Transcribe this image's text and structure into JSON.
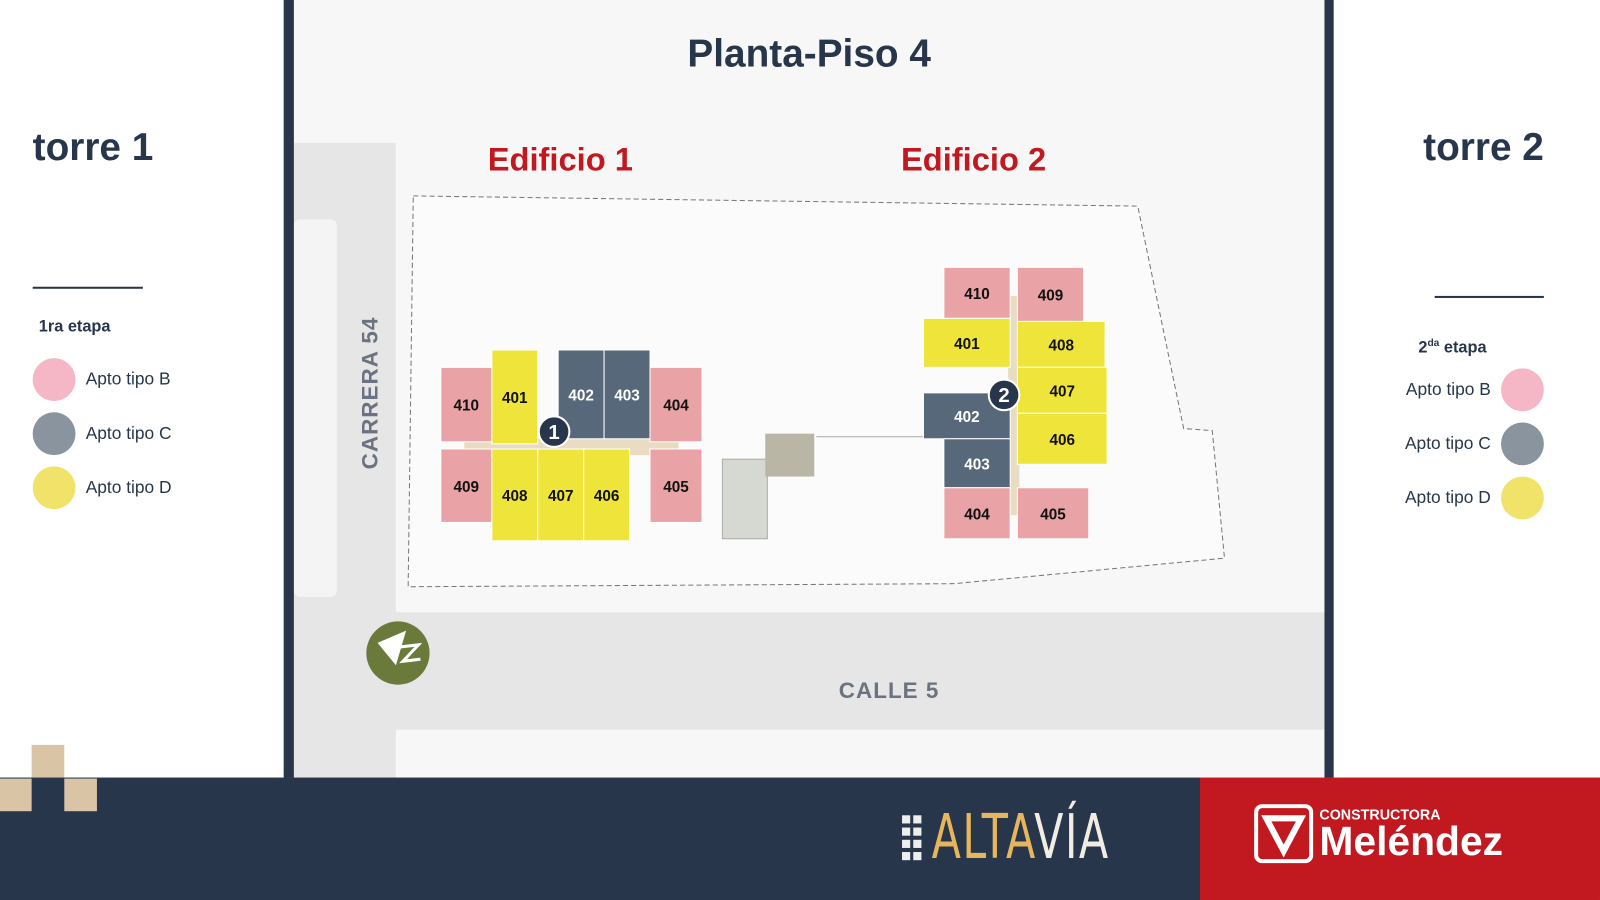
{
  "title": "Planta-Piso 4",
  "left": {
    "torre": "torre 1",
    "etapa": "1ra etapa",
    "etapa_num": "1",
    "etapa_sup": "ra",
    "legend": [
      {
        "label": "Apto tipo B",
        "color": "#f5b6c6"
      },
      {
        "label": "Apto tipo C",
        "color": "#8a949e"
      },
      {
        "label": "Apto tipo D",
        "color": "#f1e26a"
      }
    ]
  },
  "right": {
    "torre": "torre 2",
    "etapa_num": "2",
    "etapa_sup": "da",
    "etapa_word": "etapa",
    "legend": [
      {
        "label": "Apto tipo B",
        "color": "#f5b6c6"
      },
      {
        "label": "Apto tipo C",
        "color": "#8a949e"
      },
      {
        "label": "Apto tipo D",
        "color": "#f1e26a"
      }
    ]
  },
  "map": {
    "edificio1": "Edificio 1",
    "edificio2": "Edificio 2",
    "street_vertical": "CARRERA 54",
    "street_horizontal": "CALLE 5",
    "building1_marker": "1",
    "building2_marker": "2",
    "building1_units": [
      {
        "n": "410",
        "type": "B"
      },
      {
        "n": "401",
        "type": "D"
      },
      {
        "n": "402",
        "type": "C"
      },
      {
        "n": "403",
        "type": "C"
      },
      {
        "n": "404",
        "type": "B"
      },
      {
        "n": "409",
        "type": "B"
      },
      {
        "n": "408",
        "type": "D"
      },
      {
        "n": "407",
        "type": "D"
      },
      {
        "n": "406",
        "type": "D"
      },
      {
        "n": "405",
        "type": "B"
      }
    ],
    "building2_units": [
      {
        "n": "410",
        "type": "B"
      },
      {
        "n": "409",
        "type": "B"
      },
      {
        "n": "401",
        "type": "D"
      },
      {
        "n": "408",
        "type": "D"
      },
      {
        "n": "407",
        "type": "D"
      },
      {
        "n": "402",
        "type": "C"
      },
      {
        "n": "406",
        "type": "D"
      },
      {
        "n": "403",
        "type": "C"
      },
      {
        "n": "404",
        "type": "B"
      },
      {
        "n": "405",
        "type": "B"
      }
    ]
  },
  "footer": {
    "brand1_alta": "ALTA",
    "brand1_via": "VÍA",
    "brand2_small": "CONSTRUCTORA",
    "brand2_big": "Meléndez"
  },
  "colors": {
    "navy": "#27364a",
    "red": "#c2181f",
    "pink": "#e9a3a6",
    "yellow": "#eee43a",
    "slate": "#56687a",
    "beige": "#d9c4a5"
  }
}
